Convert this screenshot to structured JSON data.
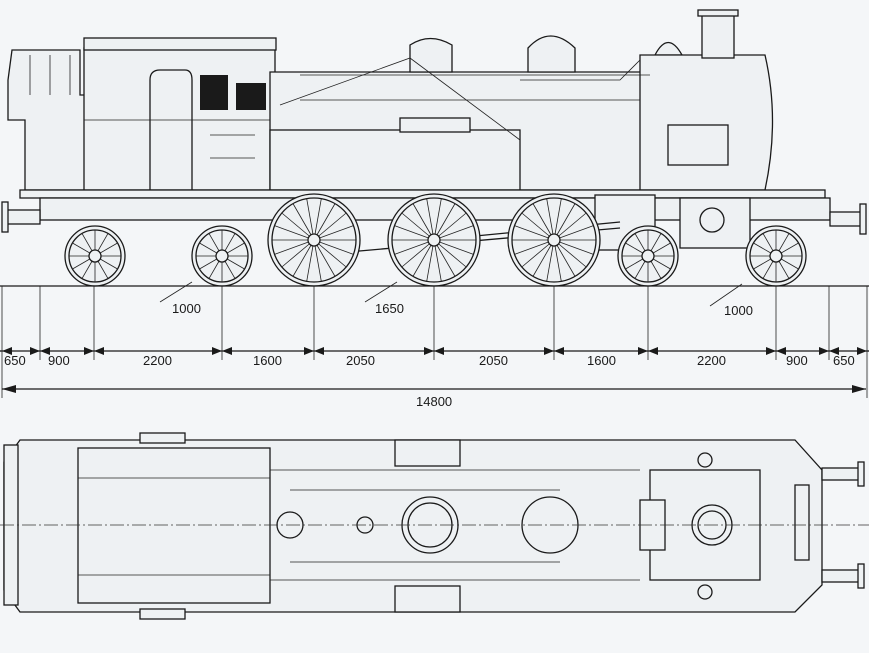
{
  "diagram": {
    "wheel_diameters": [
      {
        "label": "1000"
      },
      {
        "label": "1650"
      },
      {
        "label": "1000"
      }
    ],
    "axle_spacings": [
      "650",
      "900",
      "2200",
      "1600",
      "2050",
      "2050",
      "1600",
      "2200",
      "900",
      "650"
    ],
    "overall_length": "14800",
    "colors": {
      "line": "#1a1a1a",
      "paper": "#f4f6f8"
    }
  }
}
